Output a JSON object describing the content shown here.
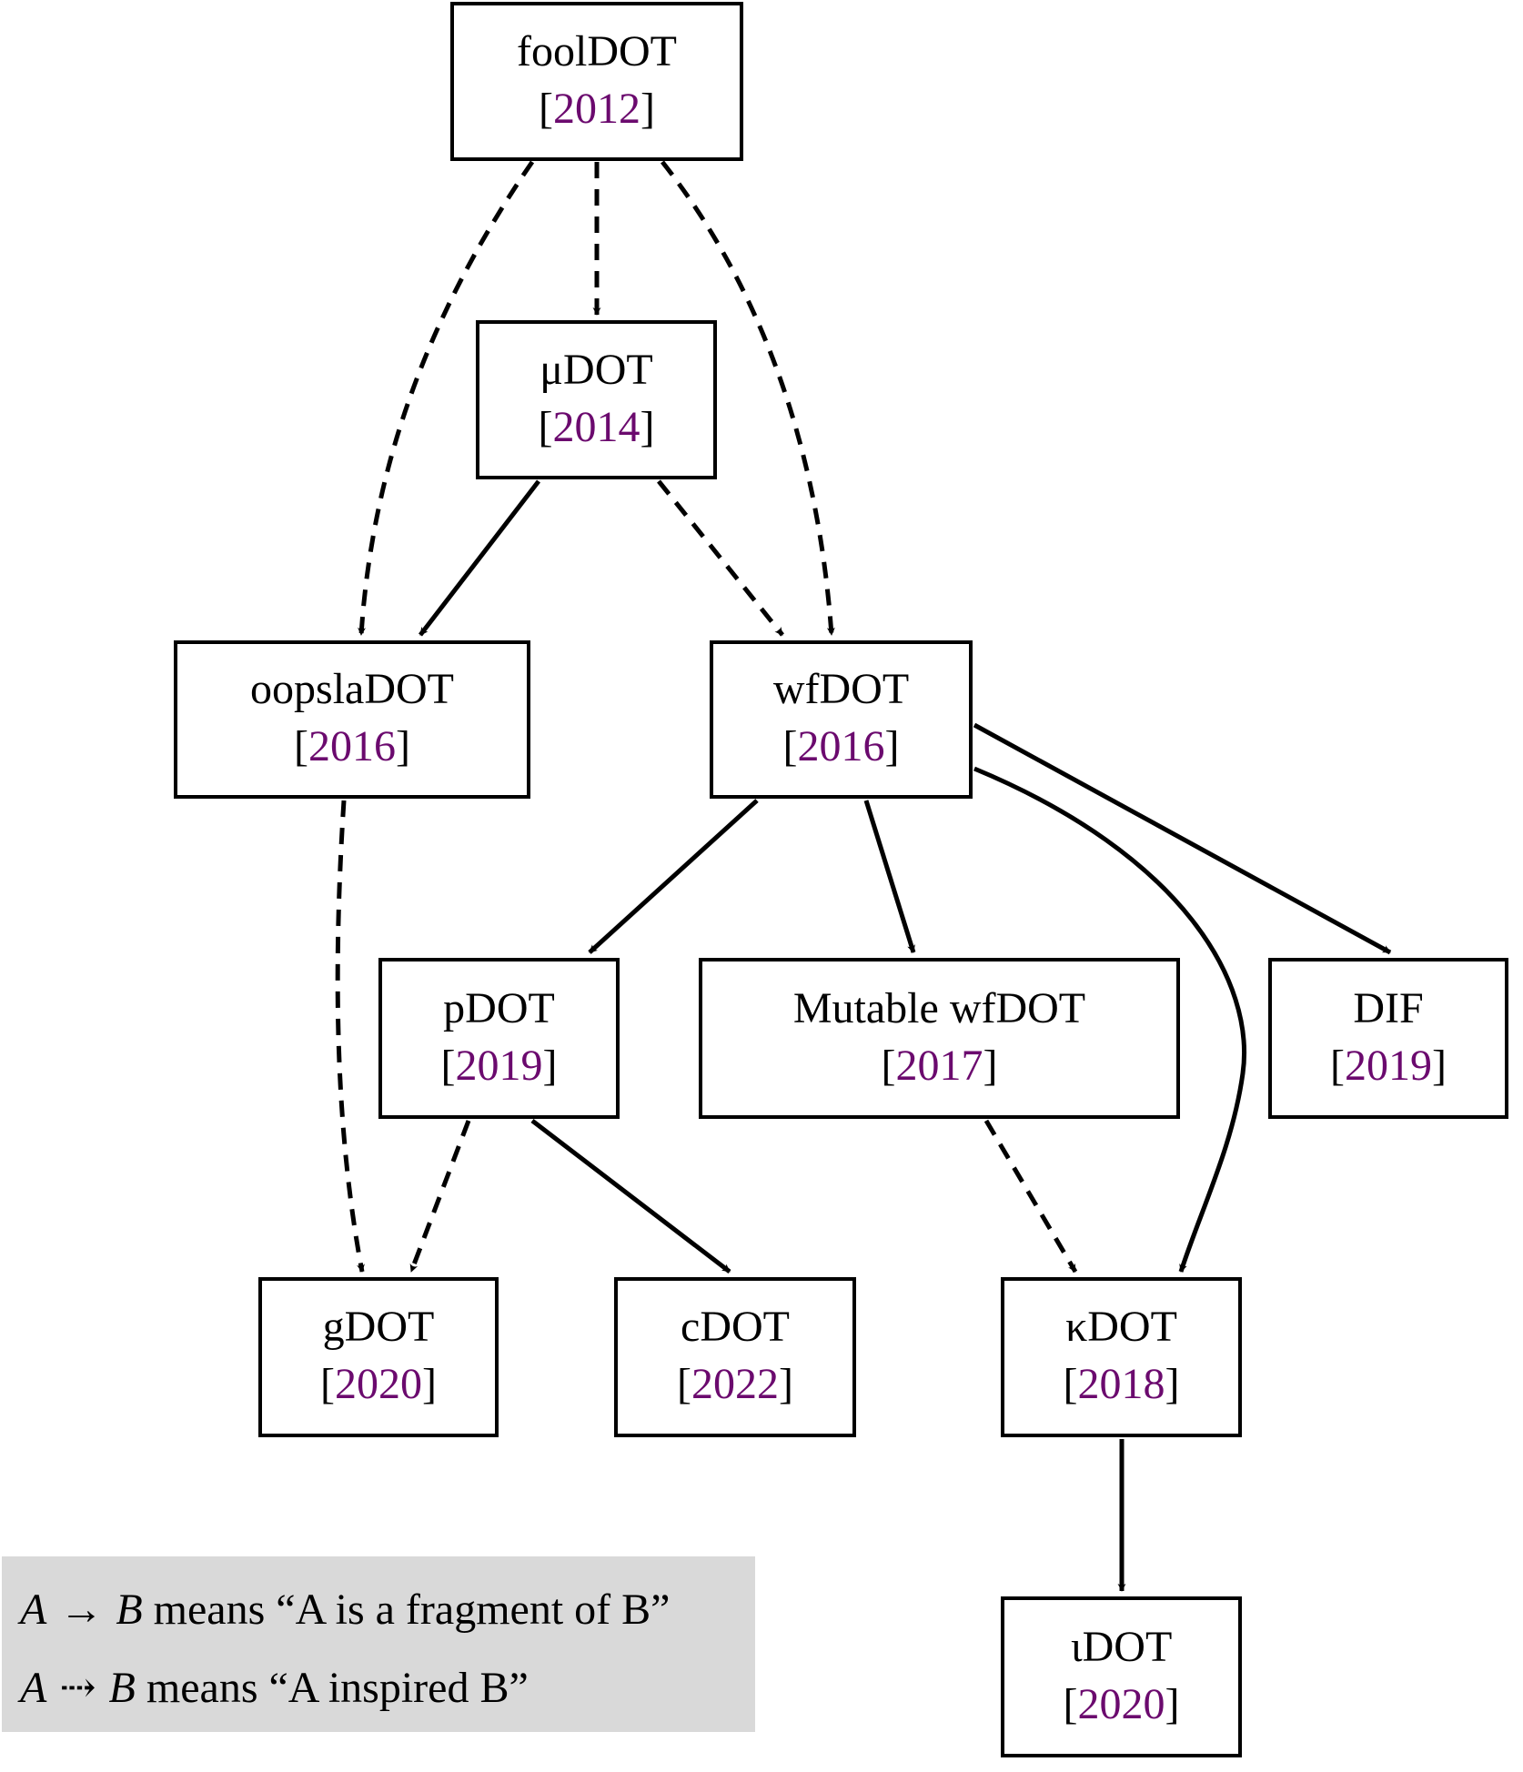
{
  "colors": {
    "citation": "#6b0a6e",
    "legend_bg": "#d9d9d9",
    "stroke": "#000000"
  },
  "nodes": {
    "fooldot": {
      "name": "foolDOT",
      "year": "2012"
    },
    "mudot": {
      "name": "μDOT",
      "year": "2014"
    },
    "oopsladot": {
      "name": "oopslaDOT",
      "year": "2016"
    },
    "wfdot": {
      "name": "wfDOT",
      "year": "2016"
    },
    "pdot": {
      "name": "pDOT",
      "year": "2019"
    },
    "mutable": {
      "name": "Mutable wfDOT",
      "year": "2017"
    },
    "dif": {
      "name": "DIF",
      "year": "2019"
    },
    "gdot": {
      "name": "gDOT",
      "year": "2020"
    },
    "cdot": {
      "name": "cDOT",
      "year": "2022"
    },
    "kappadot": {
      "name": "κDOT",
      "year": "2018"
    },
    "iotadot": {
      "name": "ιDOT",
      "year": "2020"
    }
  },
  "edges": [
    {
      "from": "fooldot",
      "to": "mudot",
      "kind": "inspired"
    },
    {
      "from": "fooldot",
      "to": "oopsladot",
      "kind": "inspired"
    },
    {
      "from": "fooldot",
      "to": "wfdot",
      "kind": "inspired"
    },
    {
      "from": "mudot",
      "to": "oopsladot",
      "kind": "fragment"
    },
    {
      "from": "mudot",
      "to": "wfdot",
      "kind": "inspired"
    },
    {
      "from": "oopsladot",
      "to": "gdot",
      "kind": "inspired"
    },
    {
      "from": "wfdot",
      "to": "pdot",
      "kind": "fragment"
    },
    {
      "from": "wfdot",
      "to": "mutable",
      "kind": "fragment"
    },
    {
      "from": "wfdot",
      "to": "dif",
      "kind": "fragment"
    },
    {
      "from": "wfdot",
      "to": "kappadot",
      "kind": "fragment"
    },
    {
      "from": "pdot",
      "to": "gdot",
      "kind": "inspired"
    },
    {
      "from": "pdot",
      "to": "cdot",
      "kind": "fragment"
    },
    {
      "from": "mutable",
      "to": "kappadot",
      "kind": "inspired"
    },
    {
      "from": "kappadot",
      "to": "iotadot",
      "kind": "fragment"
    }
  ],
  "legend": {
    "rows": [
      {
        "a": "A",
        "arrow": "→",
        "b": "B",
        "text": "means “A is a fragment of B”"
      },
      {
        "a": "A",
        "arrow": "⇢",
        "b": "B",
        "text": "means “A inspired B”"
      }
    ]
  },
  "bracket_open": "[",
  "bracket_close": "]"
}
